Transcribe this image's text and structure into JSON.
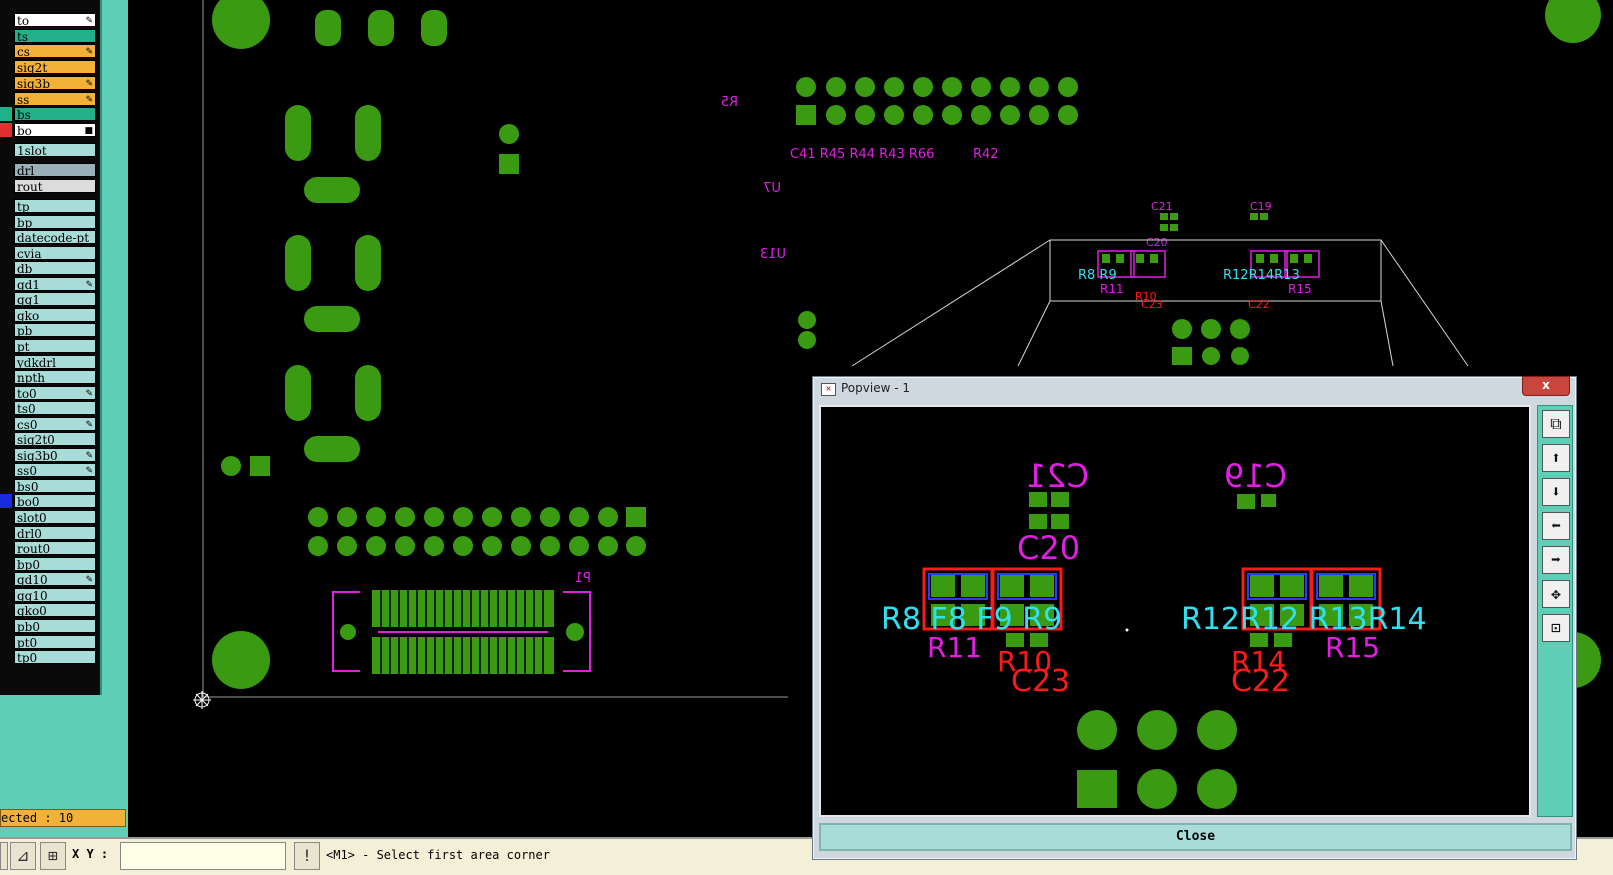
{
  "layers": [
    {
      "name": "to",
      "color": "#ffffff",
      "mark": "✎",
      "side": ""
    },
    {
      "name": "ts",
      "color": "#20b08a",
      "mark": "",
      "side": ""
    },
    {
      "name": "cs",
      "color": "#f2b23a",
      "mark": "✎",
      "side": ""
    },
    {
      "name": "sig2t",
      "color": "#f2b23a",
      "mark": "",
      "side": ""
    },
    {
      "name": "sig3b",
      "color": "#f2b23a",
      "mark": "✎",
      "side": ""
    },
    {
      "name": "ss",
      "color": "#f2b23a",
      "mark": "✎",
      "side": ""
    },
    {
      "name": "bs",
      "color": "#20b08a",
      "mark": "",
      "side": "#20b08a"
    },
    {
      "name": "bo",
      "color": "#ffffff",
      "mark": "■",
      "side": "#e03030"
    },
    {
      "name": "1slot",
      "color": "#a8dcd8",
      "mark": "",
      "side": ""
    },
    {
      "name": "drl",
      "color": "#9ab0b8",
      "mark": "",
      "side": ""
    },
    {
      "name": "rout",
      "color": "#dcdcdc",
      "mark": "",
      "side": ""
    },
    {
      "name": "tp",
      "color": "#a8dcd8",
      "mark": "",
      "side": ""
    },
    {
      "name": "bp",
      "color": "#a8dcd8",
      "mark": "",
      "side": ""
    },
    {
      "name": "datecode-pt",
      "color": "#a8dcd8",
      "mark": "",
      "side": ""
    },
    {
      "name": "cvia",
      "color": "#a8dcd8",
      "mark": "",
      "side": ""
    },
    {
      "name": "db",
      "color": "#a8dcd8",
      "mark": "",
      "side": ""
    },
    {
      "name": "gd1",
      "color": "#a8dcd8",
      "mark": "✎",
      "side": ""
    },
    {
      "name": "gg1",
      "color": "#a8dcd8",
      "mark": "",
      "side": ""
    },
    {
      "name": "gko",
      "color": "#a8dcd8",
      "mark": "",
      "side": ""
    },
    {
      "name": "pb",
      "color": "#a8dcd8",
      "mark": "",
      "side": ""
    },
    {
      "name": "pt",
      "color": "#a8dcd8",
      "mark": "",
      "side": ""
    },
    {
      "name": "ydkdrl",
      "color": "#a8dcd8",
      "mark": "",
      "side": ""
    },
    {
      "name": "npth",
      "color": "#a8dcd8",
      "mark": "",
      "side": ""
    },
    {
      "name": "to0",
      "color": "#a8dcd8",
      "mark": "✎",
      "side": ""
    },
    {
      "name": "ts0",
      "color": "#a8dcd8",
      "mark": "",
      "side": ""
    },
    {
      "name": "cs0",
      "color": "#a8dcd8",
      "mark": "✎",
      "side": ""
    },
    {
      "name": "sig2t0",
      "color": "#a8dcd8",
      "mark": "",
      "side": ""
    },
    {
      "name": "sig3b0",
      "color": "#a8dcd8",
      "mark": "✎",
      "side": ""
    },
    {
      "name": "ss0",
      "color": "#a8dcd8",
      "mark": "✎",
      "side": ""
    },
    {
      "name": "bs0",
      "color": "#a8dcd8",
      "mark": "",
      "side": ""
    },
    {
      "name": "bo0",
      "color": "#a8dcd8",
      "mark": "",
      "side": "#1a2ae0"
    },
    {
      "name": "slot0",
      "color": "#a8dcd8",
      "mark": "",
      "side": ""
    },
    {
      "name": "drl0",
      "color": "#a8dcd8",
      "mark": "",
      "side": ""
    },
    {
      "name": "rout0",
      "color": "#a8dcd8",
      "mark": "",
      "side": ""
    },
    {
      "name": "bp0",
      "color": "#a8dcd8",
      "mark": "",
      "side": ""
    },
    {
      "name": "gd10",
      "color": "#a8dcd8",
      "mark": "✎",
      "side": ""
    },
    {
      "name": "gg10",
      "color": "#a8dcd8",
      "mark": "",
      "side": ""
    },
    {
      "name": "gko0",
      "color": "#a8dcd8",
      "mark": "",
      "side": ""
    },
    {
      "name": "pb0",
      "color": "#a8dcd8",
      "mark": "",
      "side": ""
    },
    {
      "name": "pt0",
      "color": "#a8dcd8",
      "mark": "",
      "side": ""
    },
    {
      "name": "tp0",
      "color": "#a8dcd8",
      "mark": "",
      "side": ""
    }
  ],
  "status": {
    "selected_text": "ected : 10",
    "xy_label": "X Y :",
    "xy_value": "",
    "prompt": "<M1> - Select first area corner"
  },
  "board_labels": {
    "r5": "R5",
    "u7": "U7",
    "u13": "U13",
    "p1": "P1",
    "c41_row": "C41  R45  R44  R43  R66",
    "r42": "R42",
    "c21": "C21",
    "c19": "C19",
    "c20": "C20",
    "r8r9": "R8   R9",
    "r12r14": "R12R14R13",
    "r11": "R11",
    "r15": "R15",
    "r10": "R10",
    "c23": "C23",
    "c22": "C22"
  },
  "popview": {
    "title": "Popview - 1",
    "close_label": "Close",
    "labels": {
      "c21": "C21",
      "c19": "C19",
      "c20": "C20",
      "r8r9": "R8 F8 F9 R9",
      "r12r14": "R12R12 R13R14",
      "r11": "R11",
      "r10": "R10",
      "c23": "C23",
      "r15": "R15",
      "r14": "R14",
      "c22": "C22"
    },
    "tools": [
      "fit-icon",
      "pan-up-icon",
      "pan-down-icon",
      "pan-left-icon",
      "pan-right-icon",
      "zoom-fit-icon",
      "zoom-center-icon"
    ]
  },
  "colors": {
    "pad": "#3a9a12",
    "silk_magenta": "#e020e0",
    "silk_cyan": "#30e0f0",
    "silk_red": "#ff1a1a",
    "silk_blue": "#2a3aff",
    "panel_teal": "#5fcfb8"
  }
}
